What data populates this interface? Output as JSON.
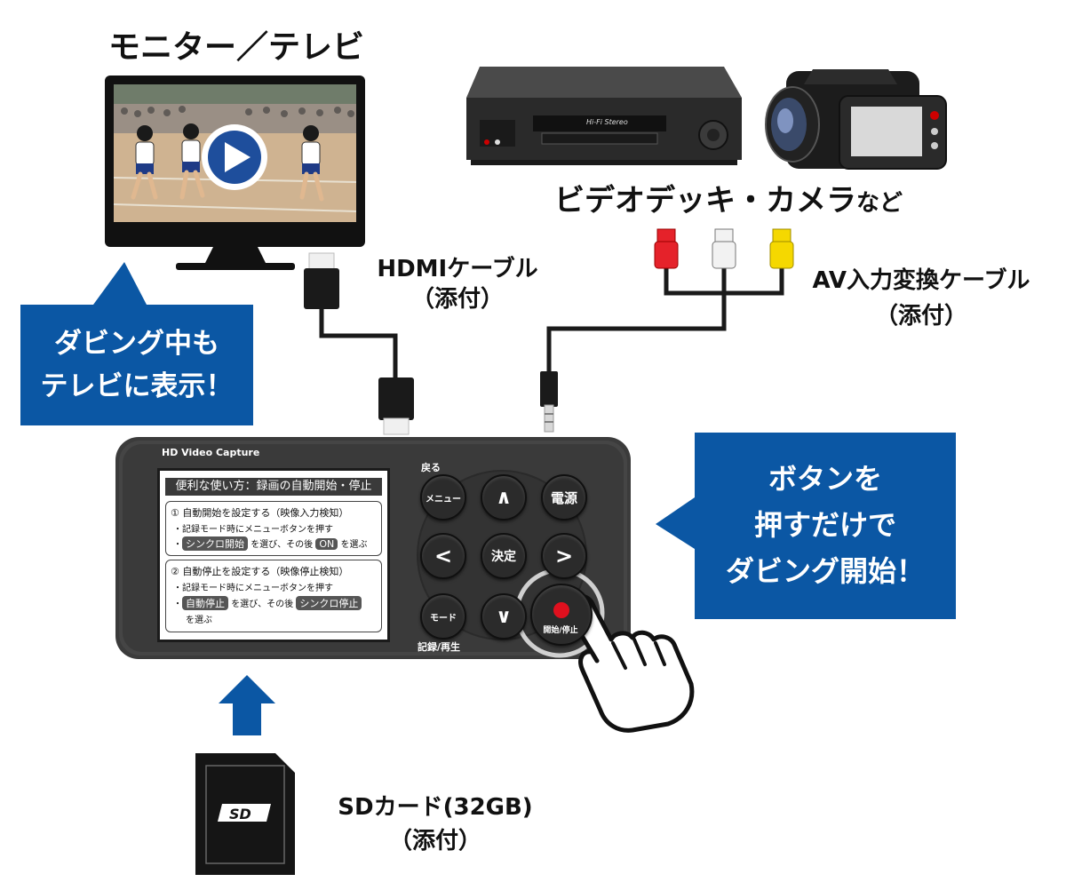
{
  "labels": {
    "monitor": "モニター／テレビ",
    "vcr_camera": "ビデオデッキ・カメラ",
    "vcr_camera_suffix": "など",
    "hdmi_cable": "HDMIケーブル",
    "hdmi_included": "（添付）",
    "av_cable": "AV入力変換ケーブル",
    "av_included": "（添付）",
    "sd_card": "SDカード(32GB)",
    "sd_included": "（添付）"
  },
  "callouts": {
    "left_line1": "ダビング中も",
    "left_line2": "テレビに表示！",
    "right_line1": "ボタンを",
    "right_line2": "押すだけで",
    "right_line3": "ダビング開始！"
  },
  "device": {
    "brand": "HD Video Capture",
    "back_label": "戻る",
    "menu_label": "メニュー",
    "up_symbol": "∧",
    "power_label": "電源",
    "left_symbol": "<",
    "ok_label": "決定",
    "right_symbol": ">",
    "mode_label": "モード",
    "down_symbol": "∨",
    "rec_play_label": "記録/再生",
    "start_stop_label": "開始/停止"
  },
  "screen": {
    "title": "便利な使い方：録画の自動開始・停止",
    "box1_heading": "① 自動開始を設定する（映像入力検知）",
    "box1_line1": "・記録モード時にメニューボタンを押す",
    "box1_chip1": "シンクロ開始",
    "box1_line2_mid": "を選び、その後",
    "box1_chip2": "ON",
    "box1_line2_end": "を選ぶ",
    "box2_heading": "② 自動停止を設定する（映像停止検知）",
    "box2_line1": "・記録モード時にメニューボタンを押す",
    "box2_chip1": "自動停止",
    "box2_line2_mid": "を選び、その後",
    "box2_chip2": "シンクロ停止",
    "box2_line3": "を選ぶ"
  },
  "vcr": {
    "panel_text": "Hi-Fi Stereo"
  },
  "colors": {
    "callout_blue": "#0b57a4",
    "rca_red": "#e5222a",
    "rca_white": "#f2f2f2",
    "rca_yellow": "#f5d800",
    "record_red": "#e0101e"
  },
  "icons": {
    "play": "play-circle-icon",
    "arrow_up": "upload-arrow-icon",
    "sd_logo": "sd-logo-icon",
    "hand": "pointing-hand-icon"
  }
}
